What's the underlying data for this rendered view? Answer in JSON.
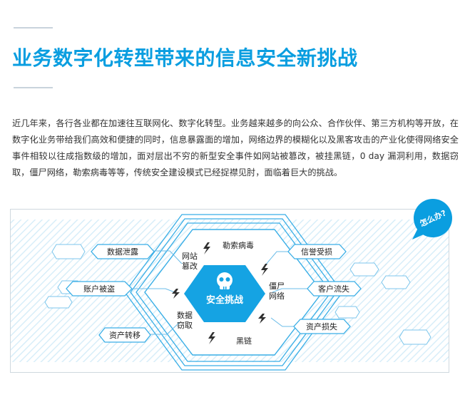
{
  "header": {
    "title": "业务数字化转型带来的信息安全新挑战"
  },
  "intro": {
    "paragraph": "近几年来，各行各业都在加速往互联网化、数字化转型。业务越来越多的向公众、合作伙伴、第三方机构等开放，在数字化业务带给我们高效和便捷的同时，信息暴露面的增加，网络边界的模糊化以及黑客攻击的产业化使得网络安全事件相较以往成指数级的增加，面对层出不穷的新型安全事件如网站被篡改，被挂黑链，0 day 漏洞利用，数据窃取，僵尸网络，勒索病毒等等，传统安全建设模式已经捉襟见肘，面临着巨大的挑战。"
  },
  "diagram": {
    "badge": "怎么办?",
    "center": "安全挑战",
    "left_boxes": [
      "数据泄露",
      "账户被盗",
      "资产转移"
    ],
    "right_boxes": [
      "信誉受损",
      "客户流失",
      "资产损失"
    ],
    "threats": {
      "ransomware": "勒索病毒",
      "website_tamper": [
        "网站",
        "篡改"
      ],
      "botnet": [
        "僵尸",
        "网络"
      ],
      "data_theft": [
        "数据",
        "窃取"
      ],
      "black_link": "黑链"
    },
    "colors": {
      "accent": "#0a9ee0",
      "hex_fill": "#15a3e3",
      "outline": "#39aee6",
      "stripe": "#d8eef9"
    }
  }
}
